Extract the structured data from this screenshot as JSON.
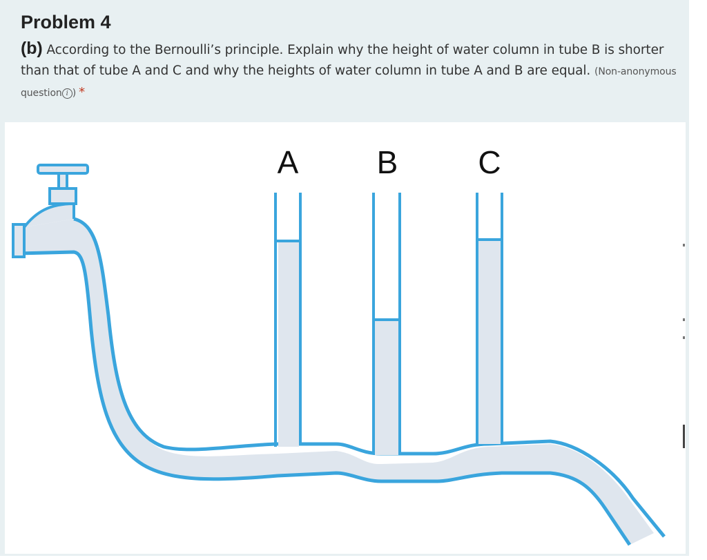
{
  "question": {
    "title": "Problem 4",
    "part_label": "(b)",
    "text": " According to the Bernoulli’s principle.   Explain why the height of water column in tube B is shorter than that of tube A and C and why the heights of water column in tube A and B are equal.",
    "note": "(Non-anonymous question",
    "note_close": ")",
    "info_icon": "info-icon",
    "required_mark": "*"
  },
  "figure": {
    "tube_labels": [
      "A",
      "B",
      "C"
    ],
    "colors": {
      "pipe_outline": "#3aa5dd",
      "water": "#dfe6ee",
      "background": "#ffffff"
    }
  }
}
